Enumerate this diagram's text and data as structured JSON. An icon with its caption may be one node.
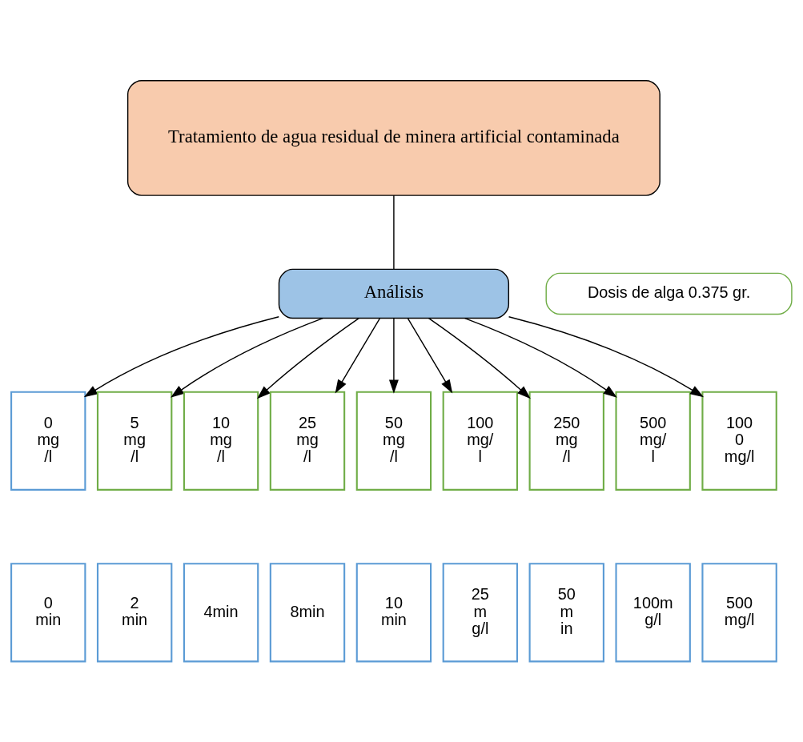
{
  "diagram": {
    "nodes": [
      {
        "text": [
          "Tratamiento de agua residual de minera artificial contaminada"
        ]
      },
      {
        "text": [
          "Análisis"
        ]
      },
      {
        "text": [
          "Dosis de alga 0.375 gr."
        ]
      },
      {
        "text": [
          "0 mg /l"
        ]
      },
      {
        "text": [
          "5 mg /l"
        ]
      },
      {
        "text": [
          "10 mg /l"
        ]
      },
      {
        "text": [
          "25 mg /l"
        ]
      },
      {
        "text": [
          "50 mg /l"
        ]
      },
      {
        "text": [
          "100 mg/ l"
        ]
      },
      {
        "text": [
          "250 mg /l"
        ]
      },
      {
        "text": [
          "500 mg/ l"
        ]
      },
      {
        "text": [
          "100 0 mg/l"
        ]
      },
      {
        "text": [
          "0 min"
        ]
      },
      {
        "text": [
          "2 min"
        ]
      },
      {
        "text": [
          "4min"
        ]
      },
      {
        "text": [
          "8min"
        ]
      },
      {
        "text": [
          "10 min"
        ]
      },
      {
        "text": [
          "25 m g/l"
        ]
      },
      {
        "text": [
          "50 m in"
        ]
      },
      {
        "text": [
          "100m g/l"
        ]
      },
      {
        "text": [
          "500 mg/l"
        ]
      }
    ],
    "edges": [
      {
        "from": 0,
        "to": 1,
        "arrow": "none"
      },
      {
        "from": 1,
        "to": 3,
        "arrow": "to"
      },
      {
        "from": 1,
        "to": 4,
        "arrow": "to"
      },
      {
        "from": 1,
        "to": 5,
        "arrow": "to"
      },
      {
        "from": 1,
        "to": 6,
        "arrow": "to"
      },
      {
        "from": 1,
        "to": 7,
        "arrow": "to"
      },
      {
        "from": 1,
        "to": 8,
        "arrow": "to"
      },
      {
        "from": 1,
        "to": 9,
        "arrow": "to"
      },
      {
        "from": 1,
        "to": 10,
        "arrow": "to"
      },
      {
        "from": 1,
        "to": 11,
        "arrow": "to"
      }
    ]
  }
}
